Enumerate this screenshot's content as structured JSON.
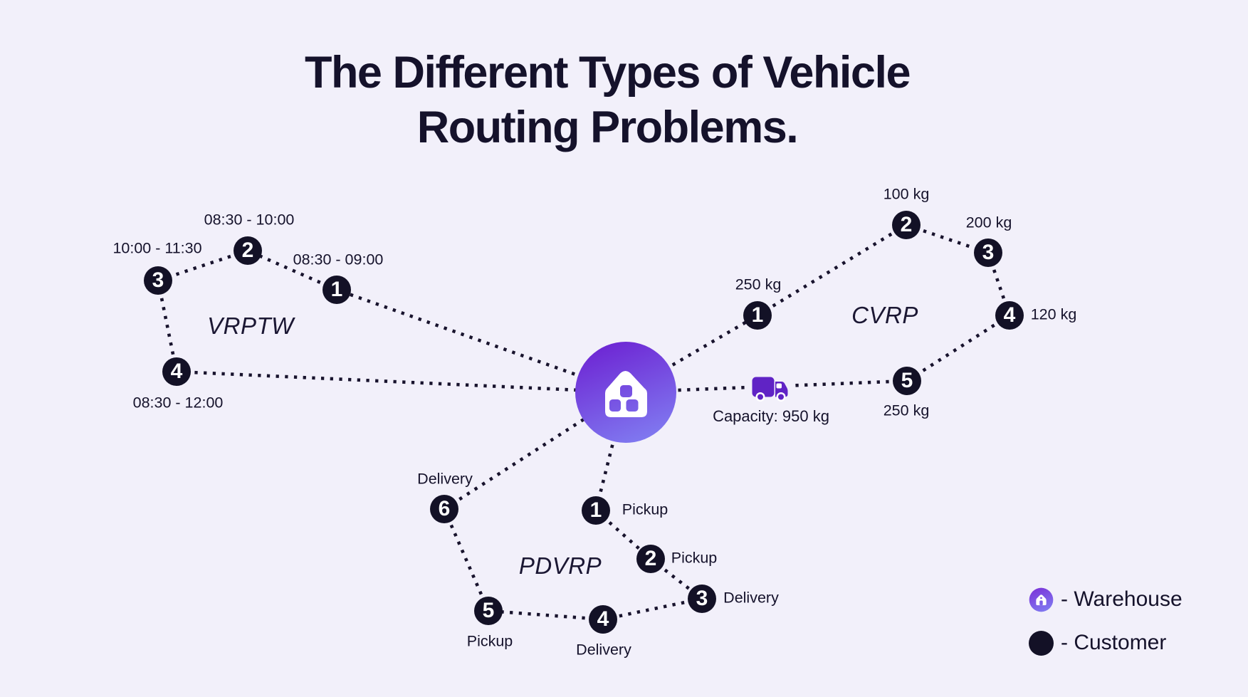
{
  "title": {
    "line1": "The Different Types of Vehicle",
    "line2": "Routing Problems."
  },
  "clusters": {
    "vrptw": {
      "name": "VRPTW",
      "nodes": [
        {
          "id": "1",
          "label": "08:30 - 09:00"
        },
        {
          "id": "2",
          "label": "08:30 - 10:00"
        },
        {
          "id": "3",
          "label": "10:00 - 11:30"
        },
        {
          "id": "4",
          "label": "08:30 - 12:00"
        }
      ]
    },
    "cvrp": {
      "name": "CVRP",
      "nodes": [
        {
          "id": "1",
          "label": "250 kg"
        },
        {
          "id": "2",
          "label": "100 kg"
        },
        {
          "id": "3",
          "label": "200 kg"
        },
        {
          "id": "4",
          "label": "120 kg"
        },
        {
          "id": "5",
          "label": "250 kg"
        }
      ],
      "vehicle": {
        "icon": "truck-icon",
        "capacity_label": "Capacity: 950 kg"
      }
    },
    "pdvrp": {
      "name": "PDVRP",
      "nodes": [
        {
          "id": "1",
          "label": "Pickup"
        },
        {
          "id": "2",
          "label": "Pickup"
        },
        {
          "id": "3",
          "label": "Delivery"
        },
        {
          "id": "4",
          "label": "Delivery"
        },
        {
          "id": "5",
          "label": "Pickup"
        },
        {
          "id": "6",
          "label": "Delivery"
        }
      ]
    }
  },
  "warehouse": {
    "icon": "warehouse-icon"
  },
  "legend": {
    "items": [
      {
        "icon": "warehouse-icon",
        "label": "- Warehouse"
      },
      {
        "icon": "customer-icon",
        "label": "- Customer"
      }
    ]
  },
  "colors": {
    "background": "#f2f0fa",
    "node": "#131126",
    "text": "#15122b",
    "truck": "#6023c5",
    "warehouse_gradient_top": "#6d24d3",
    "warehouse_gradient_bottom": "#8079f0"
  }
}
